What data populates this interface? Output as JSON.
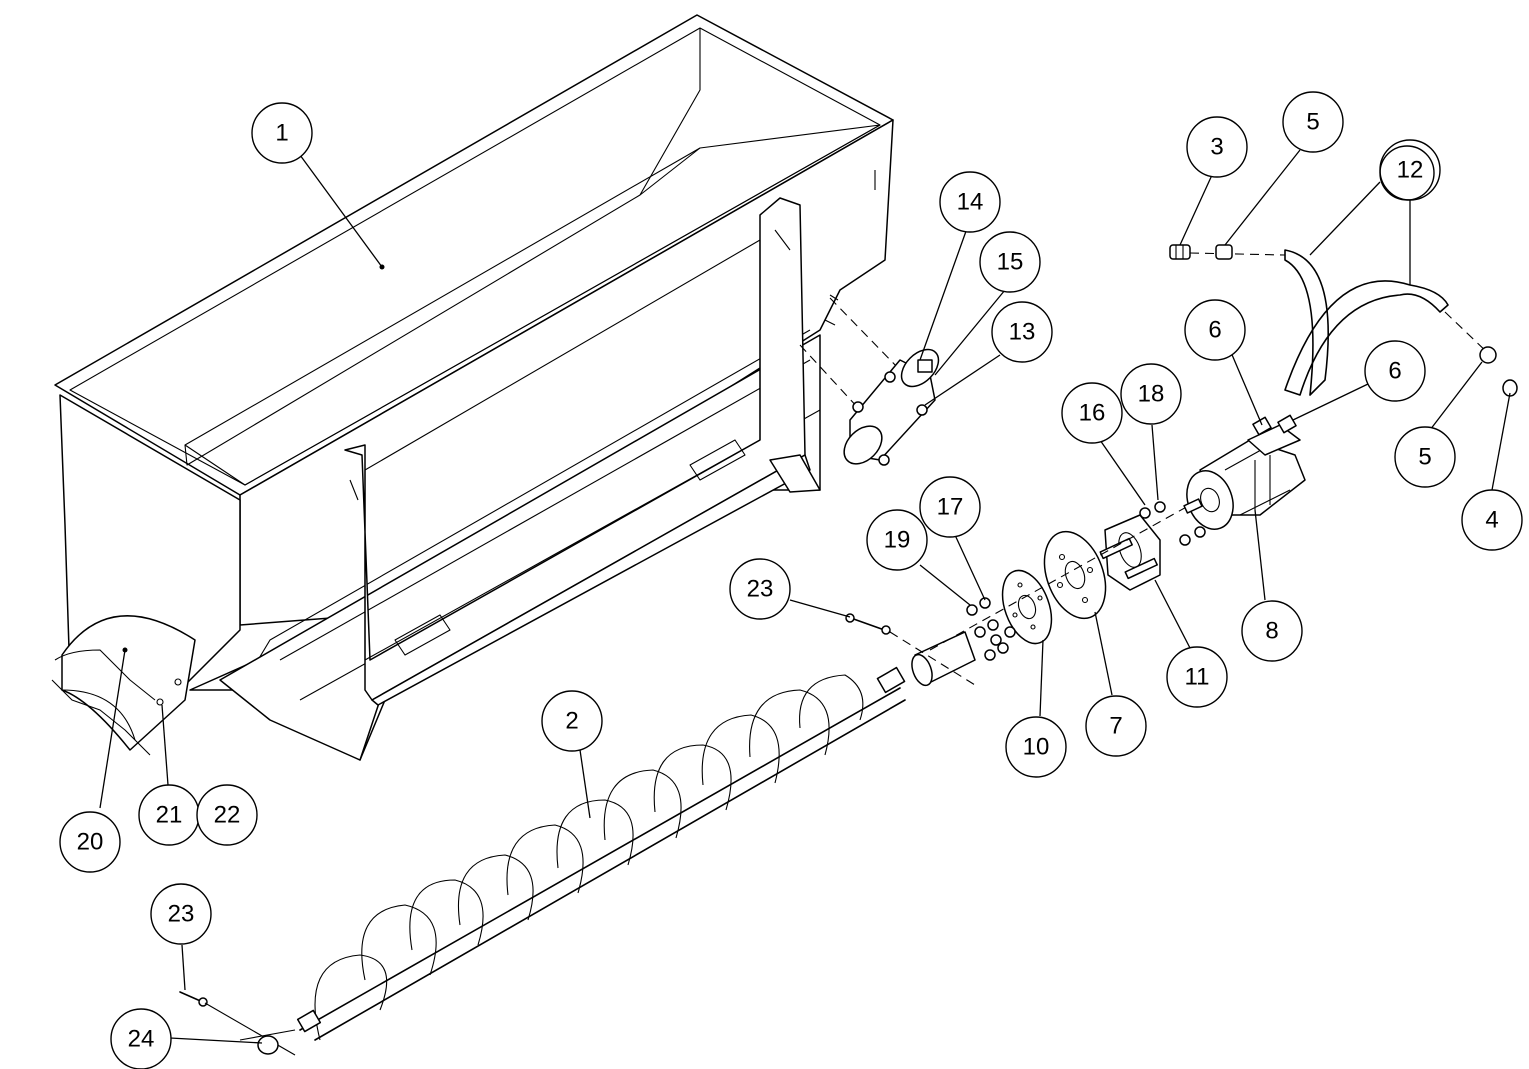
{
  "diagram": {
    "callouts": [
      {
        "id": "c1",
        "label": "1"
      },
      {
        "id": "c2",
        "label": "2"
      },
      {
        "id": "c3",
        "label": "3"
      },
      {
        "id": "c4",
        "label": "4"
      },
      {
        "id": "c5a",
        "label": "5"
      },
      {
        "id": "c5b",
        "label": "5"
      },
      {
        "id": "c6a",
        "label": "6"
      },
      {
        "id": "c6b",
        "label": "6"
      },
      {
        "id": "c7",
        "label": "7"
      },
      {
        "id": "c8",
        "label": "8"
      },
      {
        "id": "c10",
        "label": "10"
      },
      {
        "id": "c11",
        "label": "11"
      },
      {
        "id": "c12",
        "label": "12"
      },
      {
        "id": "c13",
        "label": "13"
      },
      {
        "id": "c14",
        "label": "14"
      },
      {
        "id": "c15",
        "label": "15"
      },
      {
        "id": "c16",
        "label": "16"
      },
      {
        "id": "c17",
        "label": "17"
      },
      {
        "id": "c18",
        "label": "18"
      },
      {
        "id": "c19",
        "label": "19"
      },
      {
        "id": "c20",
        "label": "20"
      },
      {
        "id": "c21",
        "label": "21"
      },
      {
        "id": "c22",
        "label": "22"
      },
      {
        "id": "c23a",
        "label": "23"
      },
      {
        "id": "c23b",
        "label": "23"
      },
      {
        "id": "c24",
        "label": "24"
      }
    ]
  }
}
